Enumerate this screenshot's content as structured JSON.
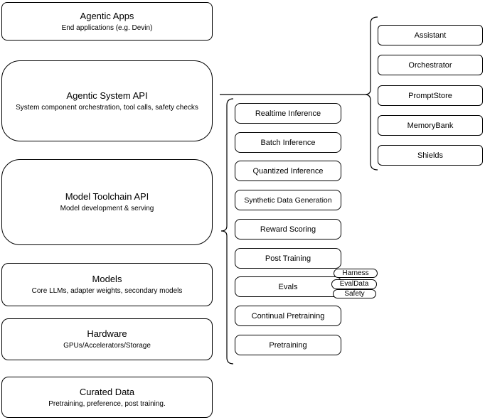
{
  "diagram": {
    "left_column": [
      {
        "title": "Agentic Apps",
        "subtitle": "End applications (e.g. Devin)"
      },
      {
        "title": "Agentic System API",
        "subtitle": "System component orchestration, tool calls, safety checks"
      },
      {
        "title": "Model Toolchain API",
        "subtitle": "Model development & serving"
      },
      {
        "title": "Models",
        "subtitle": "Core LLMs, adapter weights, secondary models"
      },
      {
        "title": "Hardware",
        "subtitle": "GPUs/Accelerators/Storage"
      },
      {
        "title": "Curated Data",
        "subtitle": "Pretraining, preference, post training."
      }
    ],
    "toolchain_services": [
      "Realtime Inference",
      "Batch Inference",
      "Quantized Inference",
      "Synthetic Data Generation",
      "Reward Scoring",
      "Post Training",
      "Evals",
      "Continual Pretraining",
      "Pretraining"
    ],
    "evals_tags": [
      "Harness",
      "EvalData",
      "Safety"
    ],
    "system_components": [
      "Assistant",
      "Orchestrator",
      "PromptStore",
      "MemoryBank",
      "Shields"
    ],
    "colors": {
      "stroke": "#000000",
      "fill": "#ffffff",
      "text": "#000000"
    }
  }
}
